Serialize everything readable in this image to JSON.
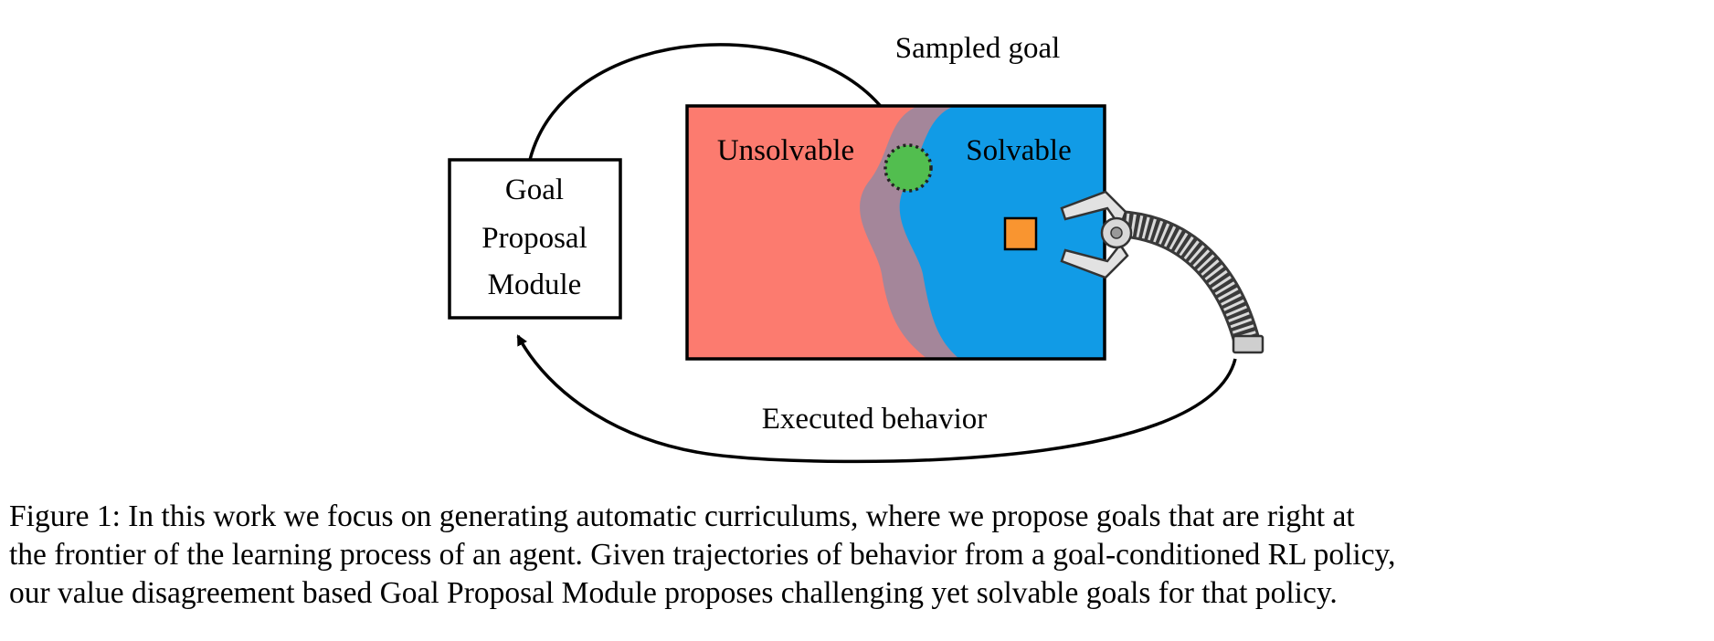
{
  "figure": {
    "goal_module_lines": [
      "Goal",
      "Proposal",
      "Module"
    ],
    "sampled_goal_label": "Sampled goal",
    "unsolvable_label": "Unsolvable",
    "solvable_label": "Solvable",
    "executed_behavior_label": "Executed behavior",
    "colors": {
      "unsolvable_region": "#fc7b6f",
      "frontier_region": "#a4869a",
      "solvable_region": "#119be6",
      "goal": "#52be4f",
      "object": "#f99530"
    }
  },
  "caption": {
    "lines": [
      "Figure 1: In this work we focus on generating automatic curriculums, where we propose goals that are right at",
      "the frontier of the learning process of an agent. Given trajectories of behavior from a goal-conditioned RL policy,",
      "our value disagreement based Goal Proposal Module proposes challenging yet solvable goals for that policy."
    ]
  }
}
